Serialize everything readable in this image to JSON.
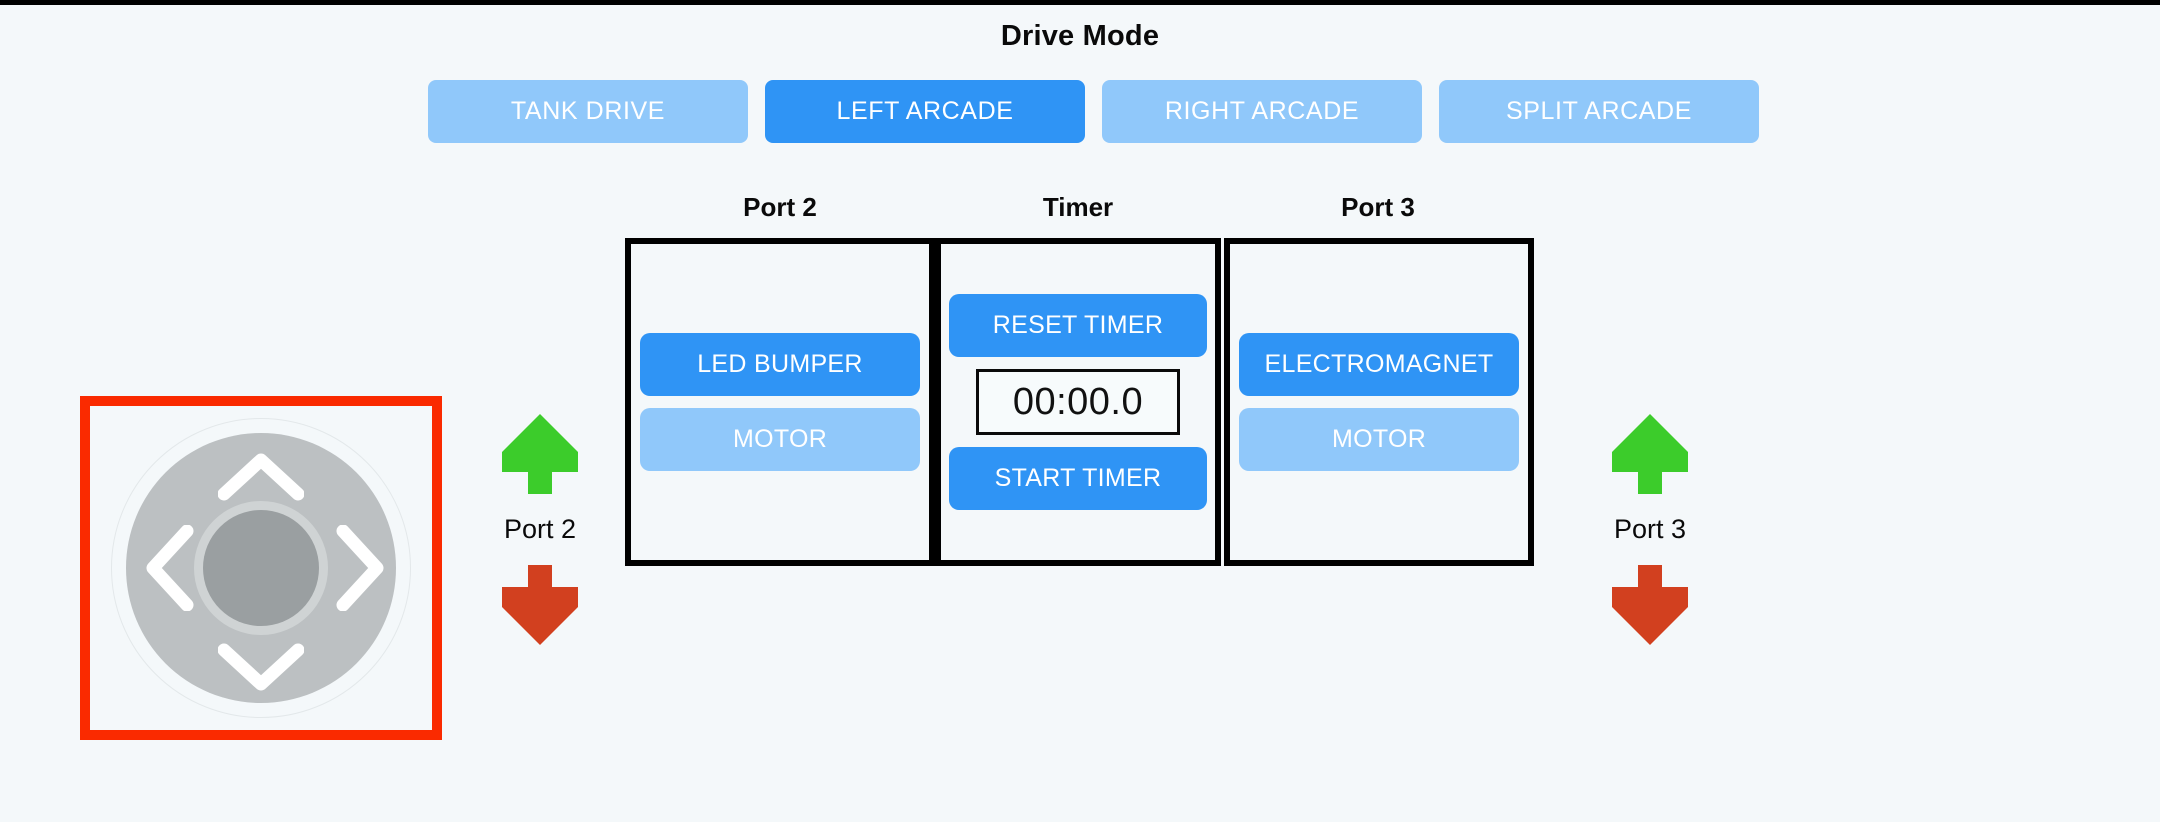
{
  "theme": {
    "background": "#f4f8fa",
    "accent_active": "#2f94f5",
    "accent_inactive": "#90c8fa",
    "panel_border": "#000000",
    "selection_border": "#fa2a00",
    "arrow_up": "#3ccc2b",
    "arrow_down": "#d2401f",
    "dpad_ring": "#bcc0c2",
    "dpad_center": "#9a9fa1"
  },
  "drive_mode": {
    "title": "Drive Mode",
    "options": [
      {
        "label": "TANK DRIVE",
        "active": false,
        "name": "tank-drive"
      },
      {
        "label": "LEFT ARCADE",
        "active": true,
        "name": "left-arcade"
      },
      {
        "label": "RIGHT ARCADE",
        "active": false,
        "name": "right-arcade"
      },
      {
        "label": "SPLIT ARCADE",
        "active": false,
        "name": "split-arcade"
      }
    ]
  },
  "columns": {
    "port2": {
      "heading": "Port 2",
      "buttons": [
        {
          "label": "LED BUMPER",
          "active": true
        },
        {
          "label": "MOTOR",
          "active": false
        }
      ]
    },
    "timer": {
      "heading": "Timer",
      "reset_label": "RESET TIMER",
      "display_value": "00:00.0",
      "start_label": "START TIMER"
    },
    "port3": {
      "heading": "Port 3",
      "buttons": [
        {
          "label": "ELECTROMAGNET",
          "active": true
        },
        {
          "label": "MOTOR",
          "active": false
        }
      ]
    }
  },
  "dpad": {
    "name": "directional-pad",
    "selected": true,
    "up_icon": "chevron-up-icon",
    "down_icon": "chevron-down-icon",
    "left_icon": "chevron-left-icon",
    "right_icon": "chevron-right-icon",
    "center_icon": "dpad-center-button"
  },
  "port_stacks": [
    {
      "label": "Port 2",
      "up_icon": "arrow-up-icon",
      "down_icon": "arrow-down-icon"
    },
    {
      "label": "Port 3",
      "up_icon": "arrow-up-icon",
      "down_icon": "arrow-down-icon"
    }
  ]
}
